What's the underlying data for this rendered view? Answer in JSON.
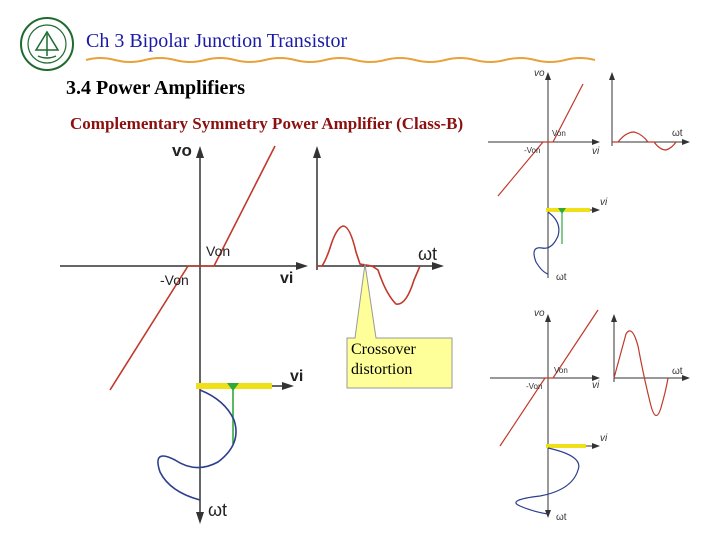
{
  "header": {
    "title": "Ch 3 Bipolar Junction Transistor",
    "logo_icon": "university-seal-icon"
  },
  "section": {
    "title": "3.4 Power Amplifiers",
    "subtitle": "Complementary Symmetry Power Amplifier (Class-B)"
  },
  "main_diagram": {
    "label_vo": "vo",
    "label_von": "Von",
    "label_neg_von": "-Von",
    "label_vi": "vi",
    "label_omega_t_top": "ωt",
    "label_vi_lower": "vi",
    "label_omega_t_bottom": "ωt"
  },
  "callout": {
    "text_line1": "Crossover",
    "text_line2": "distortion"
  },
  "diagram_top_right": {
    "label_vo": "vo",
    "label_von": "Von",
    "label_neg_von": "-Von",
    "label_vi": "vi",
    "label_omega_t": "ωt",
    "label_vi_lower": "vi",
    "label_omega_t_bottom": "ωt"
  },
  "diagram_bottom_right": {
    "label_vo": "vo",
    "label_von": "Von",
    "label_neg_von": "-Von",
    "label_vi": "vi",
    "label_omega_t": "ωt",
    "label_vi_lower": "vi",
    "label_omega_t_bottom": "ωt"
  },
  "colors": {
    "title_blue": "#1a1aa6",
    "subtitle_red": "#8b1010",
    "curve_red": "#c0392b",
    "wave_blue": "#2c3e8f",
    "marker_yellow": "#f0e01a",
    "marker_green": "#2eaa3a",
    "callout_fill": "#ffff99",
    "divider_orange": "#e8a23a"
  }
}
